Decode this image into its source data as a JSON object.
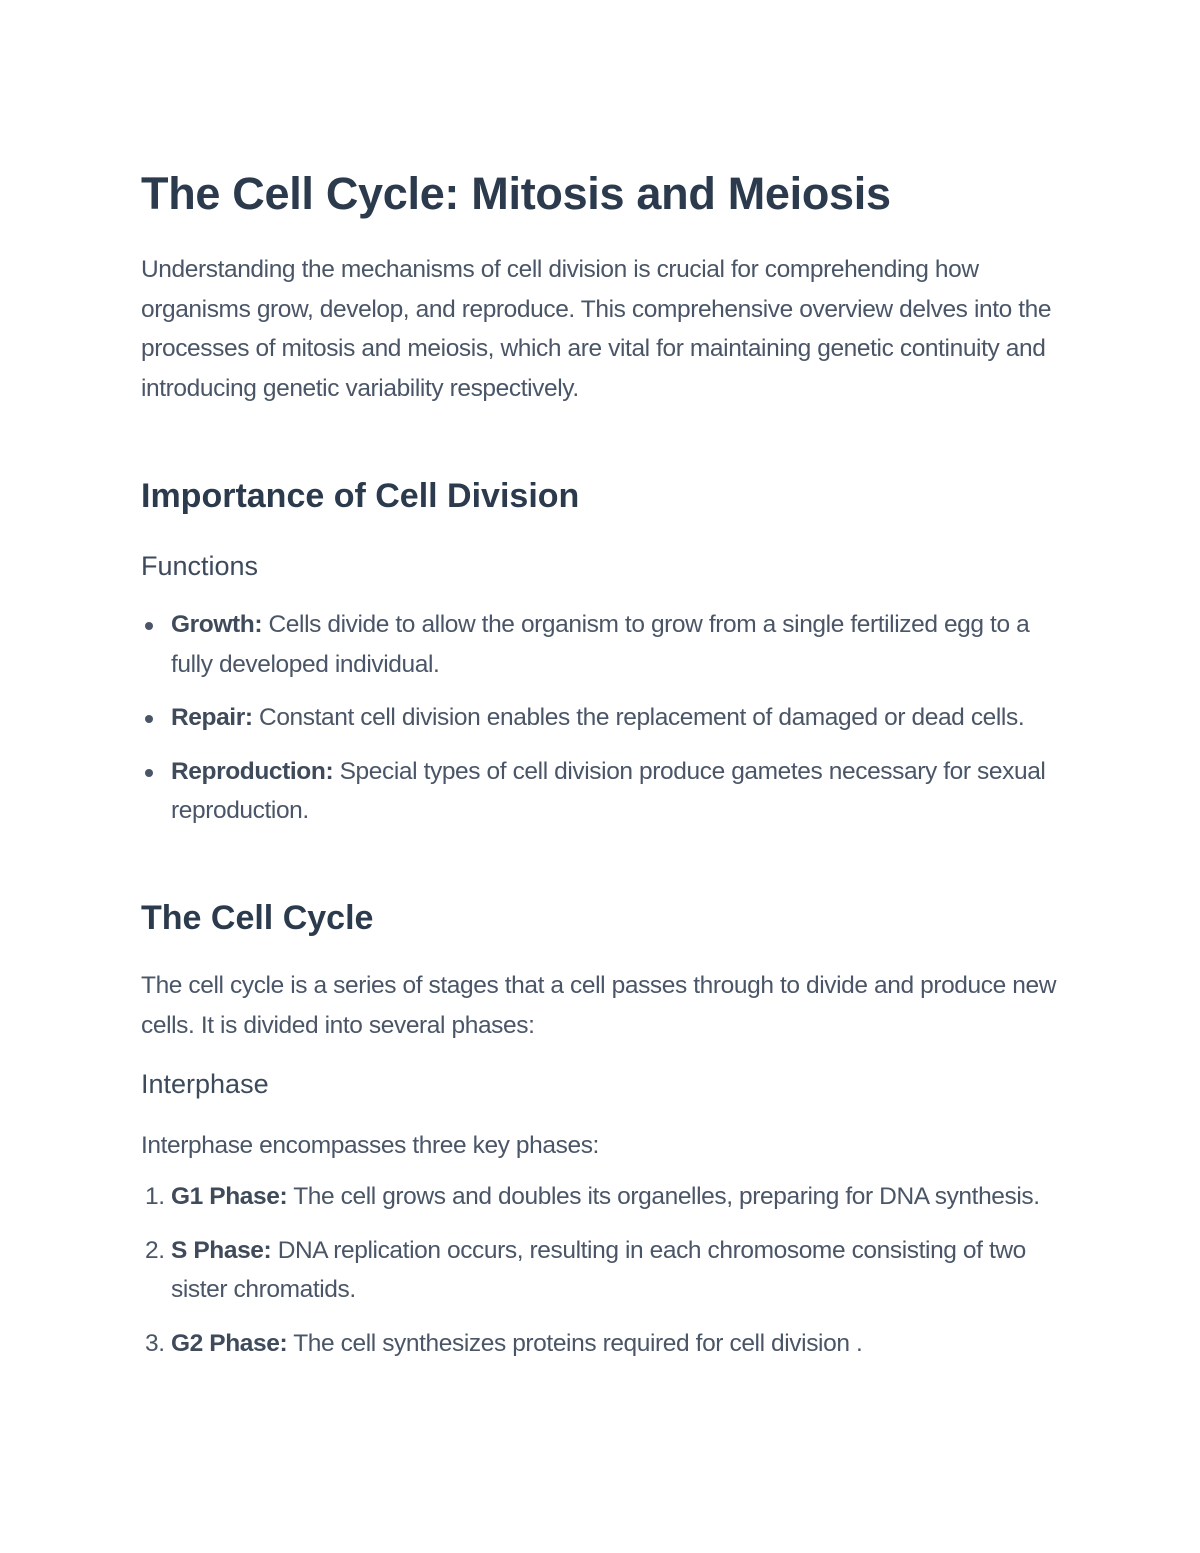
{
  "document": {
    "title": "The Cell Cycle: Mitosis and Meiosis",
    "intro": "Understanding the mechanisms of cell division is crucial for comprehending how organisms grow, develop, and reproduce. This comprehensive overview delves into the processes of mitosis and meiosis, which are vital for maintaining genetic continuity and introducing genetic variability respectively.",
    "sections": [
      {
        "heading": "Importance of Cell Division",
        "subheading": "Functions",
        "bullets": [
          {
            "term": "Growth:",
            "text": " Cells divide to allow the organism to grow from a single fertilized egg to a fully developed individual."
          },
          {
            "term": "Repair:",
            "text": " Constant cell division enables the replacement of damaged or dead cells."
          },
          {
            "term": "Reproduction:",
            "text": " Special types of cell division produce gametes necessary for sexual reproduction."
          }
        ]
      },
      {
        "heading": "The Cell Cycle",
        "paragraph": "The cell cycle is a series of stages that a cell passes through to divide and produce new cells. It is divided into several phases:",
        "subheading": "Interphase",
        "sub_paragraph": "Interphase encompasses three key phases:",
        "numbered": [
          {
            "num": "1.",
            "term": "G1 Phase:",
            "text": " The cell grows and doubles its organelles, preparing for DNA synthesis."
          },
          {
            "num": "2.",
            "term": "S Phase:",
            "text": " DNA replication occurs, resulting in each chromosome consisting of two sister chromatids."
          },
          {
            "num": "3.",
            "term": "G2 Phase:",
            "text": " The cell synthesizes proteins required for cell division ."
          }
        ]
      }
    ]
  },
  "colors": {
    "heading": "#2b3a4c",
    "body": "#4a5667",
    "background": "#ffffff"
  }
}
